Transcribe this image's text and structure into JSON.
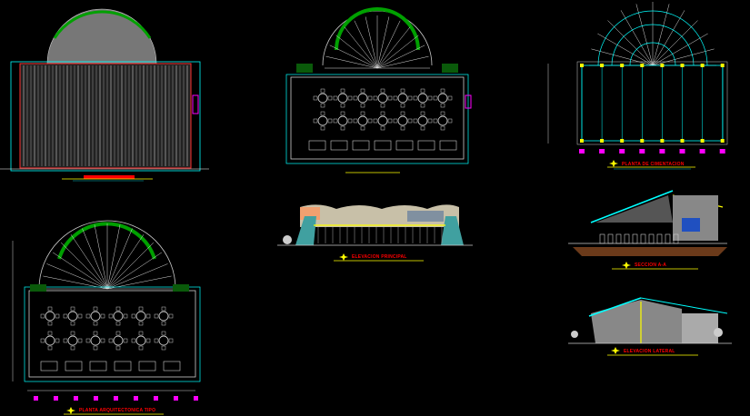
{
  "drawings": {
    "roof_plan": {
      "title": ""
    },
    "floor_plan_upper": {
      "title": ""
    },
    "foundation_plan": {
      "title": "PLANTA DE CIMENTACION"
    },
    "floor_plan_typical": {
      "title": "PLANTA ARQUITECTONICA TIPO"
    },
    "main_elevation": {
      "title": "ELEVACION PRINCIPAL"
    },
    "section": {
      "title": "SECCION A-A"
    },
    "side_elevation": {
      "title": "ELEVACION LATERAL"
    }
  },
  "colors": {
    "background": "#000000",
    "title": "#ff0000",
    "cyan": "#00ffff",
    "yellow": "#ffff00",
    "magenta": "#ff00ff",
    "green": "#00a000"
  }
}
